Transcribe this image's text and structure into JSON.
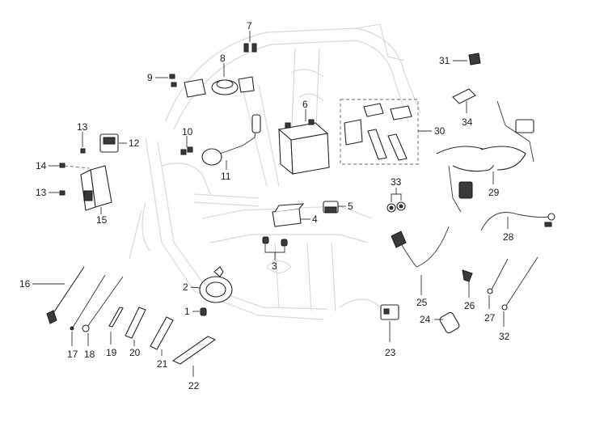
{
  "callouts": {
    "n1": "1",
    "n2": "2",
    "n3": "3",
    "n4": "4",
    "n5": "5",
    "n6": "6",
    "n7": "7",
    "n8": "8",
    "n9": "9",
    "n10": "10",
    "n11": "11",
    "n12": "12",
    "n13a": "13",
    "n13b": "13",
    "n14": "14",
    "n15": "15",
    "n16": "16",
    "n17": "17",
    "n18": "18",
    "n19": "19",
    "n20": "20",
    "n21": "21",
    "n22": "22",
    "n23": "23",
    "n24": "24",
    "n25": "25",
    "n26": "26",
    "n27": "27",
    "n28": "28",
    "n29": "29",
    "n30": "30",
    "n31": "31",
    "n32": "32",
    "n33": "33",
    "n34": "34"
  }
}
